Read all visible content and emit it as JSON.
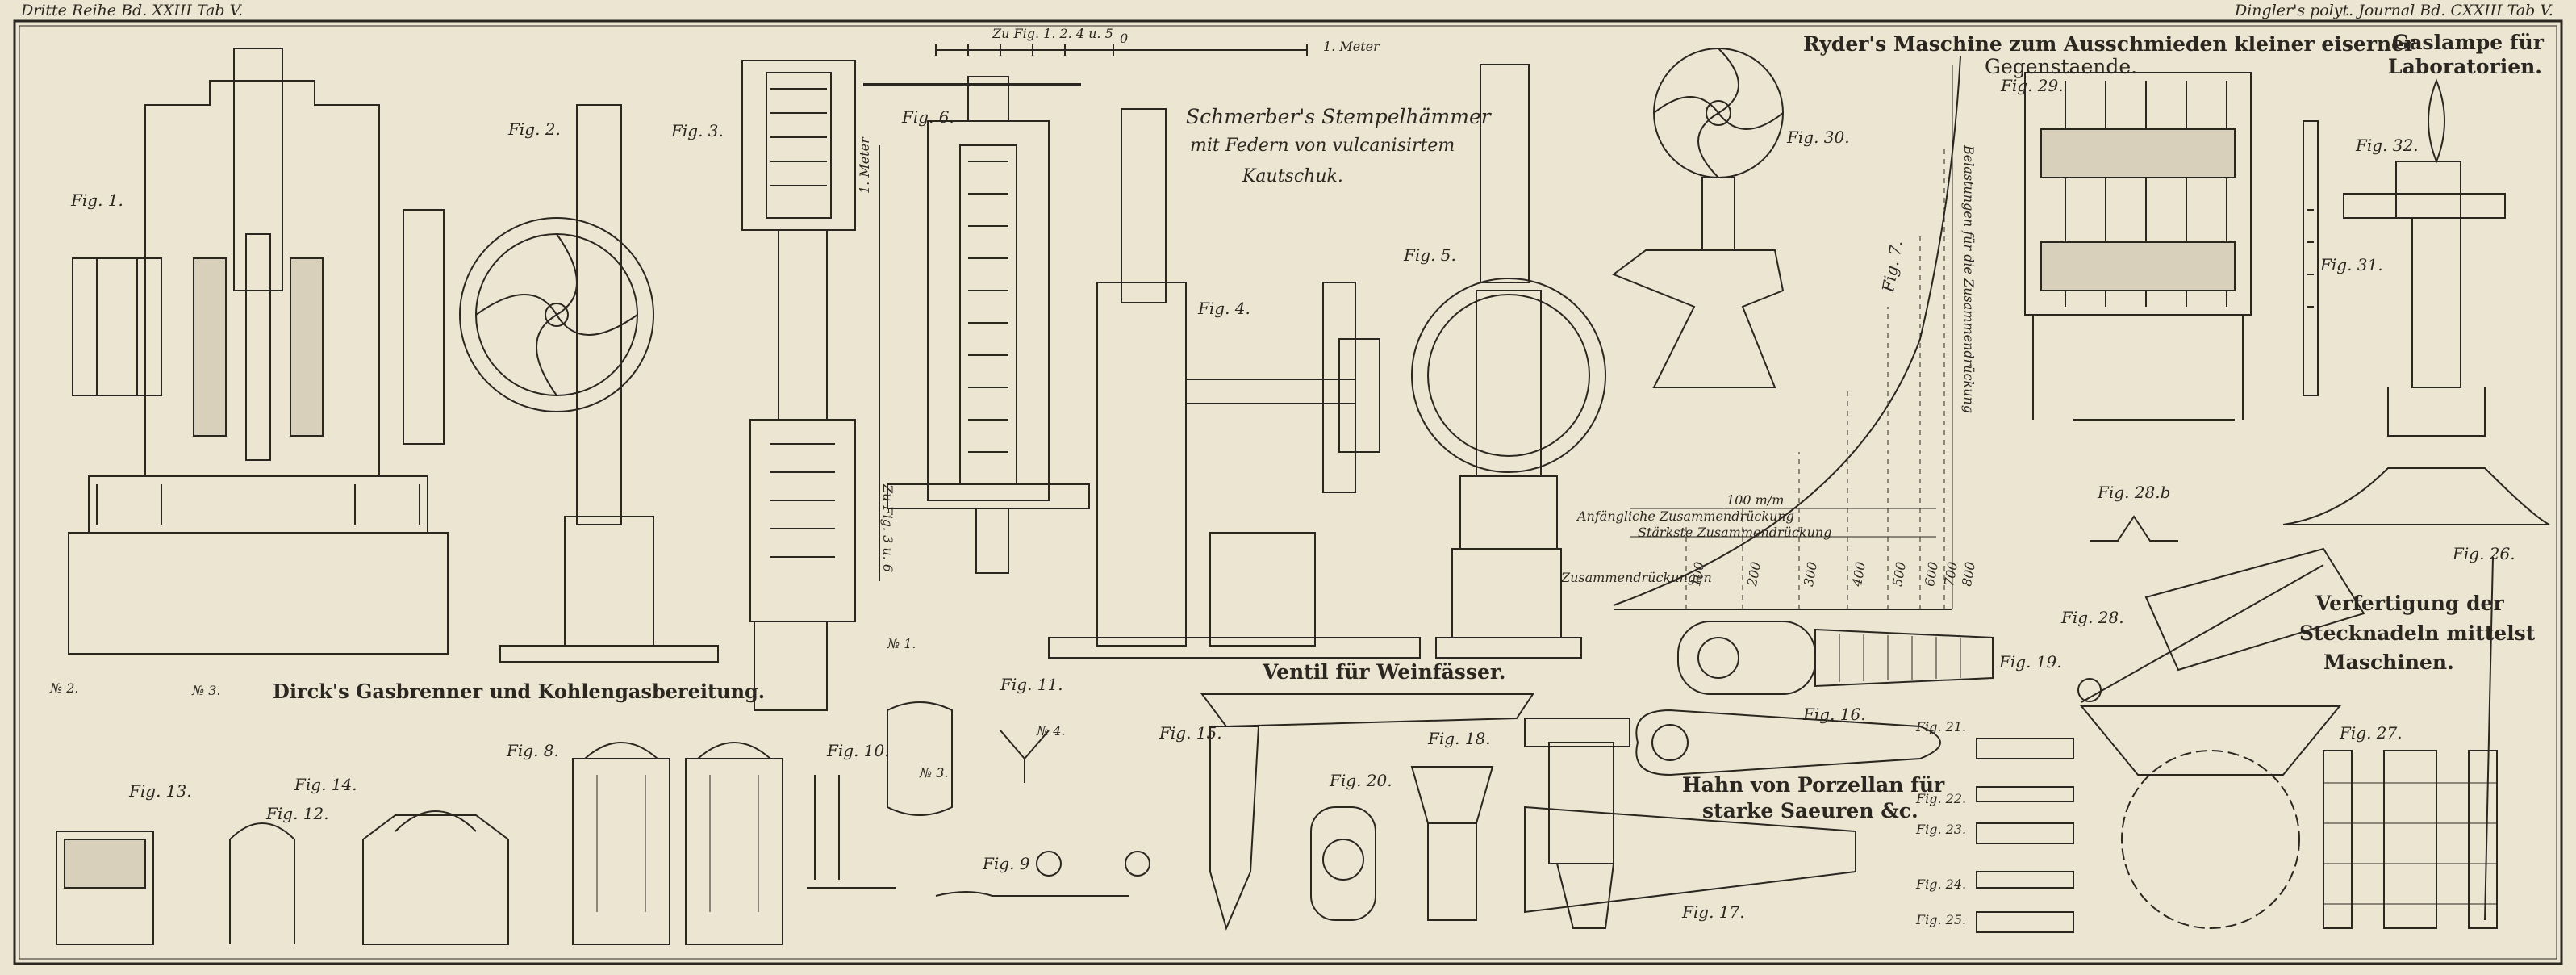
{
  "header": {
    "left": "Dritte Reihe Bd. XXIII Tab V.",
    "right": "Dingler's polyt. Journal Bd. CXXIII Tab V."
  },
  "titles": {
    "schmerber_1": "Schmerber's Stempelhämmer",
    "schmerber_2": "mit Federn von vulcanisirtem",
    "schmerber_3": "Kautschuk.",
    "ryder_1": "Ryder's Maschine zum Ausschmieden kleiner eiserner",
    "ryder_2": "Gegenstaende.",
    "gaslampe_1": "Gaslampe für",
    "gaslampe_2": "Laboratorien.",
    "dirck": "Dirck's Gasbrenner und Kohlengasbereitung.",
    "ventil": "Ventil für Weinfässer.",
    "hahn_1": "Hahn von Porzellan für",
    "hahn_2": "starke Saeuren &c.",
    "stecknadeln_1": "Verfertigung der",
    "stecknadeln_2": "Stecknadeln mittelst",
    "stecknadeln_3": "Maschinen."
  },
  "scale": {
    "label": "Zu Fig. 1. 2. 4 u. 5",
    "zero": "0",
    "meter": "1. Meter",
    "vertical_meter": "1. Meter",
    "vertical_label": "Zu Fig. 3 u. 6"
  },
  "fig7": {
    "label": "Fig. 7.",
    "y_axis": "Belastungen für die Zusammendrückung",
    "note_1": "Anfängliche Zusammendrückung",
    "note_2": "Stärkste Zusammendrückung",
    "note_3": "Zusammendrückungen",
    "ticks": [
      "100",
      "200",
      "300",
      "400",
      "500",
      "600",
      "700",
      "800"
    ],
    "span_label": "100 m/m"
  },
  "figure_labels": {
    "f1": "Fig. 1.",
    "f2": "Fig. 2.",
    "f3": "Fig. 3.",
    "f4": "Fig. 4.",
    "f5": "Fig. 5.",
    "f6": "Fig. 6.",
    "f8": "Fig. 8.",
    "f9": "Fig. 9",
    "f10": "Fig. 10.",
    "f11": "Fig. 11.",
    "f12": "Fig. 12.",
    "f13": "Fig. 13.",
    "f14": "Fig. 14.",
    "f15": "Fig. 15.",
    "f16": "Fig. 16.",
    "f17": "Fig. 17.",
    "f18": "Fig. 18.",
    "f19": "Fig. 19.",
    "f20": "Fig. 20.",
    "f21": "Fig. 21.",
    "f22": "Fig. 22.",
    "f23": "Fig. 23.",
    "f24": "Fig. 24.",
    "f25": "Fig. 25.",
    "f26": "Fig. 26.",
    "f27": "Fig. 27.",
    "f28": "Fig. 28.",
    "f28b": "Fig. 28.b",
    "f29": "Fig. 29.",
    "f30": "Fig. 30.",
    "f31": "Fig. 31.",
    "f32": "Fig. 32.",
    "n1": "№ 1.",
    "n2": "№ 2.",
    "n3a": "№ 3.",
    "n3b": "№ 3.",
    "n4": "№ 4."
  },
  "colors": {
    "paper": "#ece5d2",
    "ink": "#2a2620",
    "shade": "#6e665a"
  }
}
